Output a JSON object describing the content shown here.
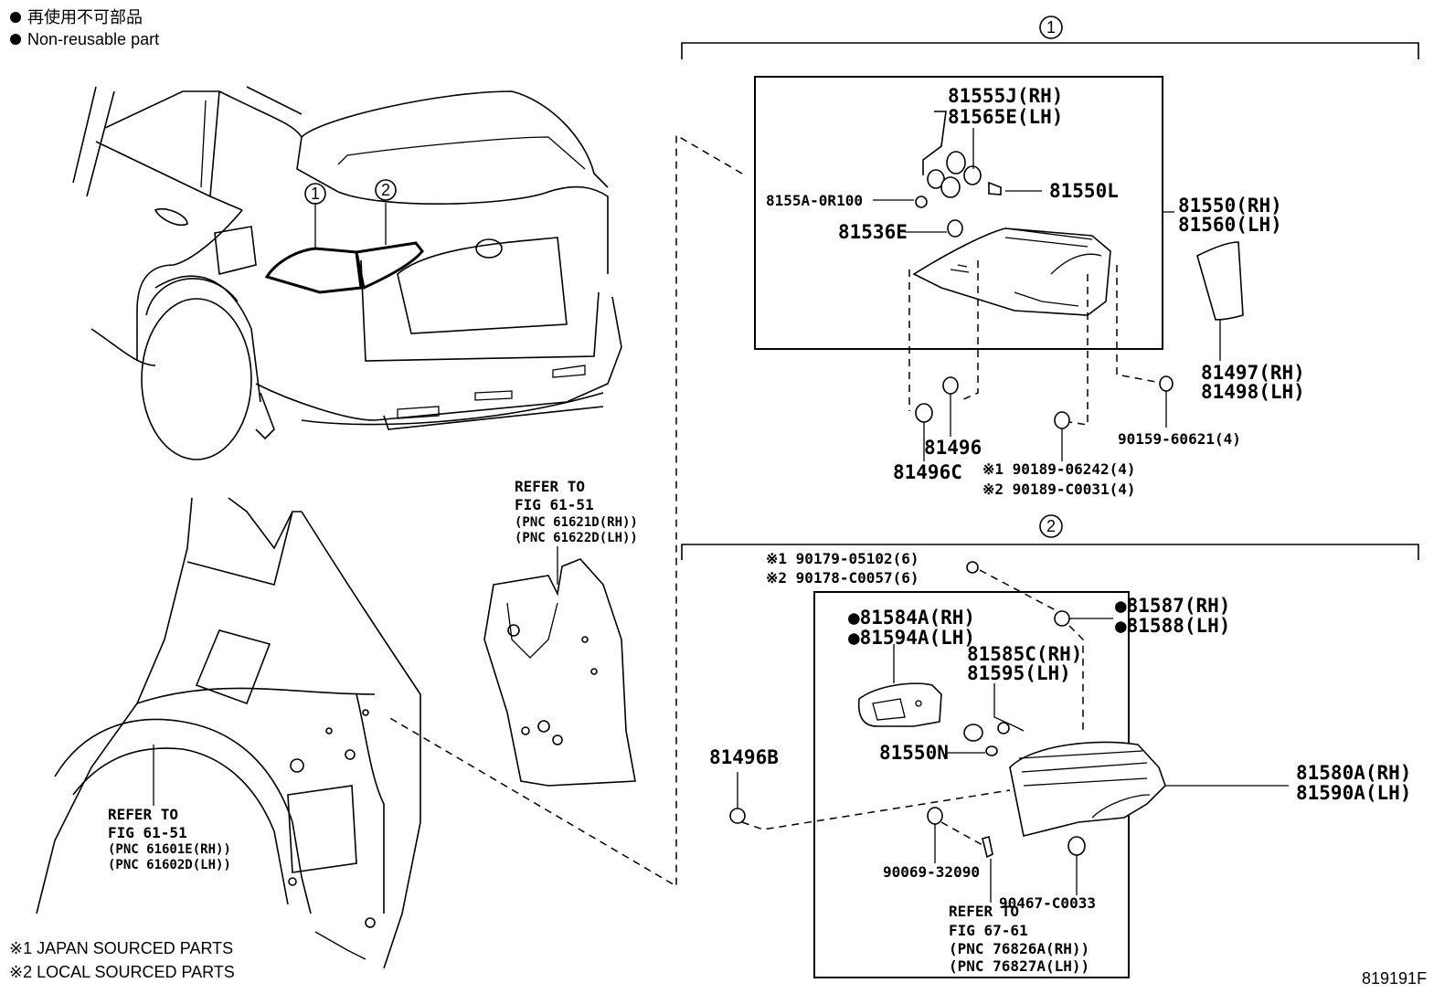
{
  "legend": {
    "jp": "再使用不可部品",
    "en": "Non-reusable part"
  },
  "footnotes": {
    "note1": "※1 JAPAN SOURCED PARTS",
    "note2": "※2 LOCAL SOURCED PARTS"
  },
  "figure_id": "819191F",
  "callouts": {
    "c1": "1",
    "c2": "2"
  },
  "group1": {
    "p_81555J": "81555J(RH)",
    "p_81565E": "81565E(LH)",
    "p_81550L": "81550L",
    "p_8155A": "8155A-0R100",
    "p_81536E": "81536E",
    "p_81550": "81550(RH)",
    "p_81560": "81560(LH)",
    "p_81497": "81497(RH)",
    "p_81498": "81498(LH)",
    "p_81496": "81496",
    "p_81496C": "81496C",
    "p_90159": "90159-60621(4)",
    "p_90189a": "※1 90189-06242(4)",
    "p_90189b": "※2 90189-C0031(4)"
  },
  "group2": {
    "p_90179": "※1 90179-05102(6)",
    "p_90178": "※2 90178-C0057(6)",
    "p_81584A": "●81584A(RH)",
    "p_81594A": "●81594A(LH)",
    "p_81587": "●81587(RH)",
    "p_81588": "●81588(LH)",
    "p_81585C": "81585C(RH)",
    "p_81595": "81595(LH)",
    "p_81550N": "81550N",
    "p_81496B": "81496B",
    "p_81580A": "81580A(RH)",
    "p_81590A": "81590A(LH)",
    "p_90069": "90069-32090",
    "p_90467": "90467-C0033",
    "ref_a": "REFER TO",
    "ref_b": "FIG 67-61",
    "ref_c": "(PNC 76826A(RH))",
    "ref_d": "(PNC 76827A(LH))"
  },
  "refer_quarter": {
    "a": "REFER TO",
    "b": "FIG 61-51",
    "c": "(PNC 61621D(RH))",
    "d": "(PNC 61622D(LH))"
  },
  "refer_body": {
    "a": "REFER TO",
    "b": "FIG 61-51",
    "c": "(PNC 61601E(RH))",
    "d": "(PNC 61602D(LH))"
  }
}
